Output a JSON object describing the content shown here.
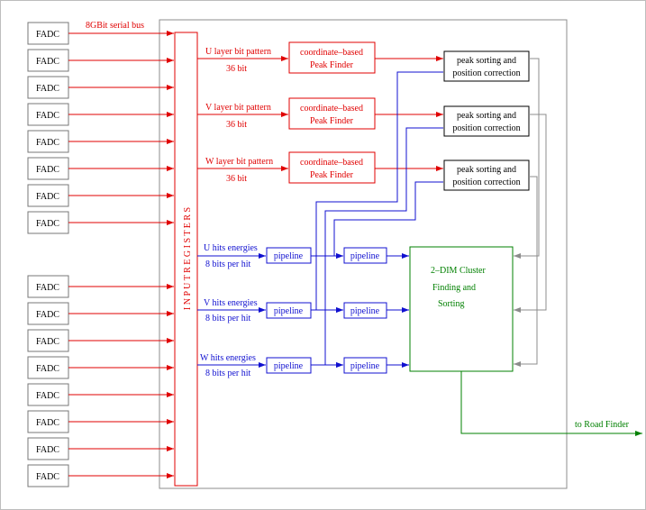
{
  "fadc_label": "FADC",
  "bus_label": "8GBit serial bus",
  "input_registers_label": "I N P U T   R E G I S T E R S",
  "bit_patterns": [
    {
      "line1": "U layer bit pattern",
      "line2": "36 bit"
    },
    {
      "line1": "V layer bit pattern",
      "line2": "36 bit"
    },
    {
      "line1": "W layer bit pattern",
      "line2": "36 bit"
    }
  ],
  "peak_finder": {
    "line1": "coordinate–based",
    "line2": "Peak Finder"
  },
  "sorting": {
    "line1": "peak sorting and",
    "line2": "position correction"
  },
  "energies": [
    {
      "line1": "U hits energies",
      "line2": "8 bits per hit"
    },
    {
      "line1": "V hits energies",
      "line2": "8 bits per hit"
    },
    {
      "line1": "W hits energies",
      "line2": "8 bits per hit"
    }
  ],
  "pipeline_label": "pipeline",
  "cluster": {
    "line1": "2–DIM Cluster",
    "line2": "Finding and",
    "line3": "Sorting"
  },
  "output_label": "to Road Finder",
  "colors": {
    "red": "#e00000",
    "blue": "#1010d0",
    "green": "#008000",
    "gray": "#8c8c8c"
  }
}
